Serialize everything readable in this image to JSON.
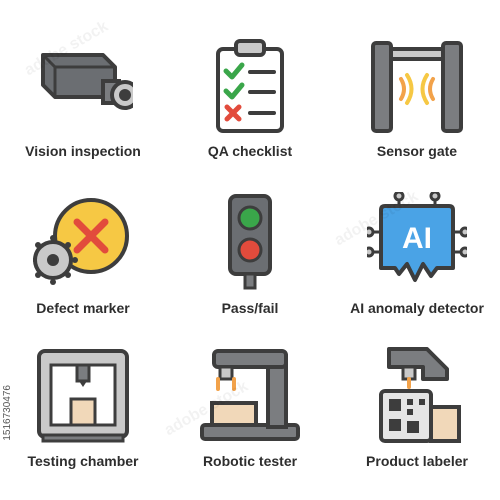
{
  "icons": [
    {
      "label": "Vision inspection",
      "icon": "camera-icon"
    },
    {
      "label": "QA checklist",
      "icon": "clipboard-checklist-icon"
    },
    {
      "label": "Sensor gate",
      "icon": "sensor-gate-icon"
    },
    {
      "label": "Defect marker",
      "icon": "defect-marker-icon"
    },
    {
      "label": "Pass/fail",
      "icon": "traffic-light-icon"
    },
    {
      "label": "AI anomaly detector",
      "icon": "ai-chip-icon"
    },
    {
      "label": "Testing chamber",
      "icon": "testing-chamber-icon"
    },
    {
      "label": "Robotic tester",
      "icon": "robot-arm-icon"
    },
    {
      "label": "Product labeler",
      "icon": "labeler-icon"
    }
  ],
  "ai_chip_text": "AI",
  "stock_id": "1516730476",
  "watermark": "adobe stock",
  "colors": {
    "outline": "#3d3d3d",
    "gray": "#7b7d80",
    "light_gray": "#c9c9c9",
    "green": "#3aa64a",
    "red": "#e24b3c",
    "yellow": "#f6c844",
    "blue": "#4aa3e6",
    "beige": "#f1d8b9",
    "orange": "#f2a24a"
  }
}
